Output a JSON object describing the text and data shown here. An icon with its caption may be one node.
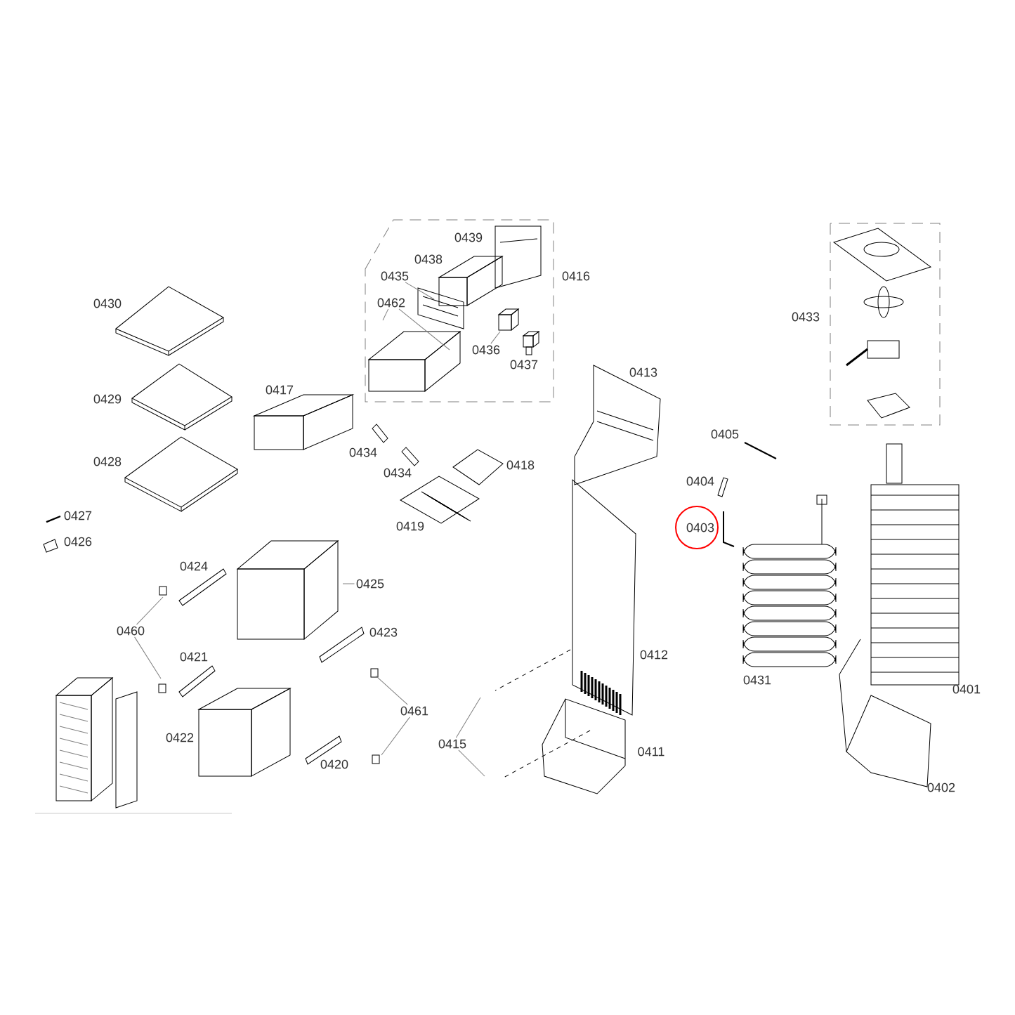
{
  "diagram": {
    "nodes": [
      {
        "text": [
          "0435"
        ]
      },
      {
        "text": [
          "0462"
        ]
      },
      {
        "text": [
          "0436"
        ]
      },
      {
        "text": [
          "0425"
        ]
      },
      {
        "text": [
          "0460"
        ]
      },
      {
        "text": [
          "0461"
        ]
      },
      {
        "text": [
          "0415"
        ]
      }
    ],
    "edges": [
      {
        "from": 0,
        "to": null,
        "arrow": "none"
      },
      {
        "from": 1,
        "to": null,
        "arrow": "none"
      },
      {
        "from": 1,
        "to": null,
        "arrow": "none"
      },
      {
        "from": 2,
        "to": null,
        "arrow": "none"
      },
      {
        "from": 3,
        "to": null,
        "arrow": "none"
      },
      {
        "from": 4,
        "to": null,
        "arrow": "none"
      },
      {
        "from": 4,
        "to": null,
        "arrow": "none"
      },
      {
        "from": 5,
        "to": null,
        "arrow": "none"
      },
      {
        "from": 5,
        "to": null,
        "arrow": "none"
      },
      {
        "from": 6,
        "to": null,
        "arrow": "none"
      },
      {
        "from": 6,
        "to": null,
        "arrow": "none"
      }
    ],
    "labels": [
      "0439",
      "0438",
      "0416",
      "0433",
      "0430",
      "0437",
      "0413",
      "0417",
      "0429",
      "0405",
      "0434",
      "0428",
      "0418",
      "0434",
      "0404",
      "0427",
      "0419",
      "0403",
      "0426",
      "0424",
      "0423",
      "0412",
      "0421",
      "0431",
      "0401",
      "0422",
      "0411",
      "0420",
      "0402"
    ]
  }
}
